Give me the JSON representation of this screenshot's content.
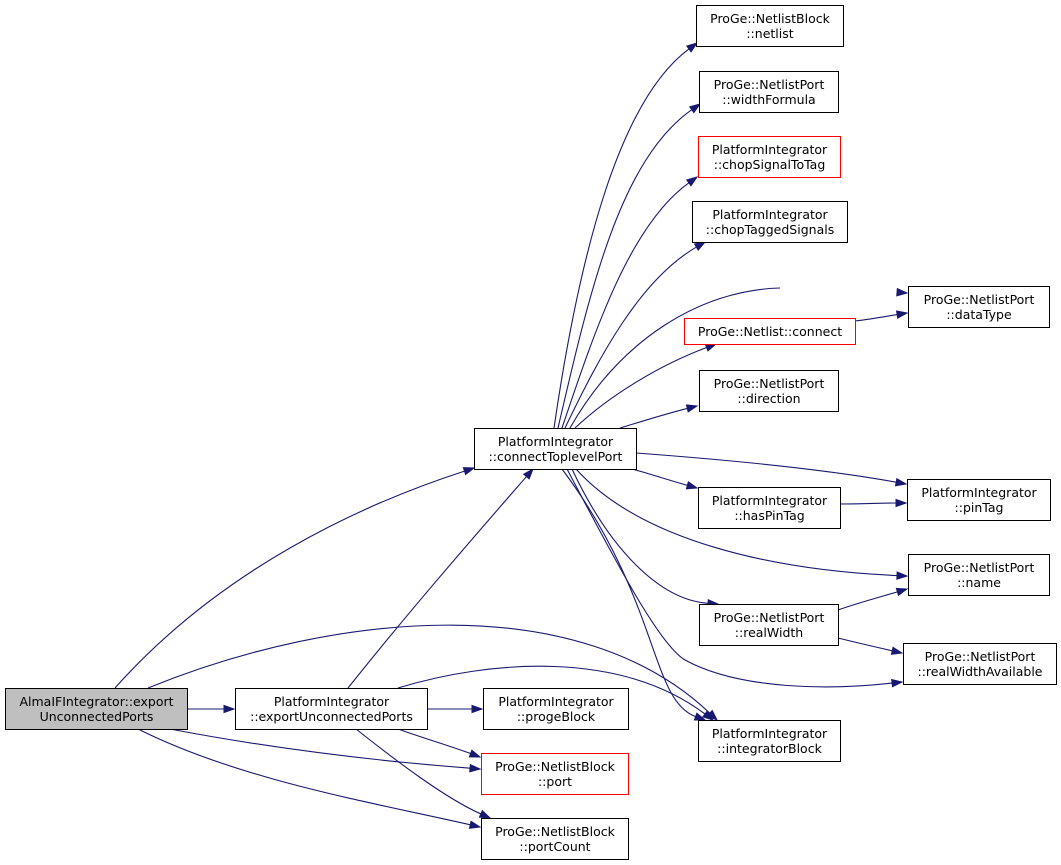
{
  "diagram": {
    "colors": {
      "edge": "#191970",
      "normal_border": "#000000",
      "truncated_border": "#ff0000",
      "root_fill": "#bfbfbf",
      "node_fill": "#ffffff",
      "text": "#000000"
    },
    "nodes": [
      {
        "id": "root",
        "lines": [
          "AlmaIFIntegrator::export",
          "UnconnectedPorts"
        ],
        "style": "root"
      },
      {
        "id": "exportUnconnectedPorts",
        "lines": [
          "PlatformIntegrator",
          "::exportUnconnectedPorts"
        ],
        "style": "normal"
      },
      {
        "id": "connectToplevelPort",
        "lines": [
          "PlatformIntegrator",
          "::connectToplevelPort"
        ],
        "style": "normal"
      },
      {
        "id": "progeBlock",
        "lines": [
          "PlatformIntegrator",
          "::progeBlock"
        ],
        "style": "normal"
      },
      {
        "id": "port",
        "lines": [
          "ProGe::NetlistBlock",
          "::port"
        ],
        "style": "truncated"
      },
      {
        "id": "portCount",
        "lines": [
          "ProGe::NetlistBlock",
          "::portCount"
        ],
        "style": "normal"
      },
      {
        "id": "netlist",
        "lines": [
          "ProGe::NetlistBlock",
          "::netlist"
        ],
        "style": "normal"
      },
      {
        "id": "widthFormula",
        "lines": [
          "ProGe::NetlistPort",
          "::widthFormula"
        ],
        "style": "normal"
      },
      {
        "id": "chopSignalToTag",
        "lines": [
          "PlatformIntegrator",
          "::chopSignalToTag"
        ],
        "style": "truncated"
      },
      {
        "id": "chopTaggedSignals",
        "lines": [
          "PlatformIntegrator",
          "::chopTaggedSignals"
        ],
        "style": "normal"
      },
      {
        "id": "connect",
        "lines": [
          "ProGe::Netlist::connect"
        ],
        "style": "truncated"
      },
      {
        "id": "direction",
        "lines": [
          "ProGe::NetlistPort",
          "::direction"
        ],
        "style": "normal"
      },
      {
        "id": "hasPinTag",
        "lines": [
          "PlatformIntegrator",
          "::hasPinTag"
        ],
        "style": "normal"
      },
      {
        "id": "realWidth",
        "lines": [
          "ProGe::NetlistPort",
          "::realWidth"
        ],
        "style": "normal"
      },
      {
        "id": "integratorBlock",
        "lines": [
          "PlatformIntegrator",
          "::integratorBlock"
        ],
        "style": "normal"
      },
      {
        "id": "dataType",
        "lines": [
          "ProGe::NetlistPort",
          "::dataType"
        ],
        "style": "normal"
      },
      {
        "id": "pinTag",
        "lines": [
          "PlatformIntegrator",
          "::pinTag"
        ],
        "style": "normal"
      },
      {
        "id": "name",
        "lines": [
          "ProGe::NetlistPort",
          "::name"
        ],
        "style": "normal"
      },
      {
        "id": "realWidthAvailable",
        "lines": [
          "ProGe::NetlistPort",
          "::realWidthAvailable"
        ],
        "style": "normal"
      }
    ],
    "edges": [
      {
        "from": "root",
        "to": "exportUnconnectedPorts"
      },
      {
        "from": "root",
        "to": "connectToplevelPort"
      },
      {
        "from": "root",
        "to": "integratorBlock"
      },
      {
        "from": "root",
        "to": "port"
      },
      {
        "from": "root",
        "to": "portCount"
      },
      {
        "from": "exportUnconnectedPorts",
        "to": "connectToplevelPort"
      },
      {
        "from": "exportUnconnectedPorts",
        "to": "progeBlock"
      },
      {
        "from": "exportUnconnectedPorts",
        "to": "integratorBlock"
      },
      {
        "from": "exportUnconnectedPorts",
        "to": "port"
      },
      {
        "from": "exportUnconnectedPorts",
        "to": "portCount"
      },
      {
        "from": "connectToplevelPort",
        "to": "netlist"
      },
      {
        "from": "connectToplevelPort",
        "to": "widthFormula"
      },
      {
        "from": "connectToplevelPort",
        "to": "chopSignalToTag"
      },
      {
        "from": "connectToplevelPort",
        "to": "chopTaggedSignals"
      },
      {
        "from": "connectToplevelPort",
        "to": "dataType"
      },
      {
        "from": "connectToplevelPort",
        "to": "connect"
      },
      {
        "from": "connectToplevelPort",
        "to": "direction"
      },
      {
        "from": "connectToplevelPort",
        "to": "pinTag"
      },
      {
        "from": "connectToplevelPort",
        "to": "hasPinTag"
      },
      {
        "from": "connectToplevelPort",
        "to": "name"
      },
      {
        "from": "connectToplevelPort",
        "to": "realWidth"
      },
      {
        "from": "connectToplevelPort",
        "to": "realWidthAvailable"
      },
      {
        "from": "connectToplevelPort",
        "to": "integratorBlock"
      },
      {
        "from": "connect",
        "to": "dataType"
      },
      {
        "from": "hasPinTag",
        "to": "pinTag"
      },
      {
        "from": "realWidth",
        "to": "name"
      },
      {
        "from": "realWidth",
        "to": "realWidthAvailable"
      }
    ]
  }
}
